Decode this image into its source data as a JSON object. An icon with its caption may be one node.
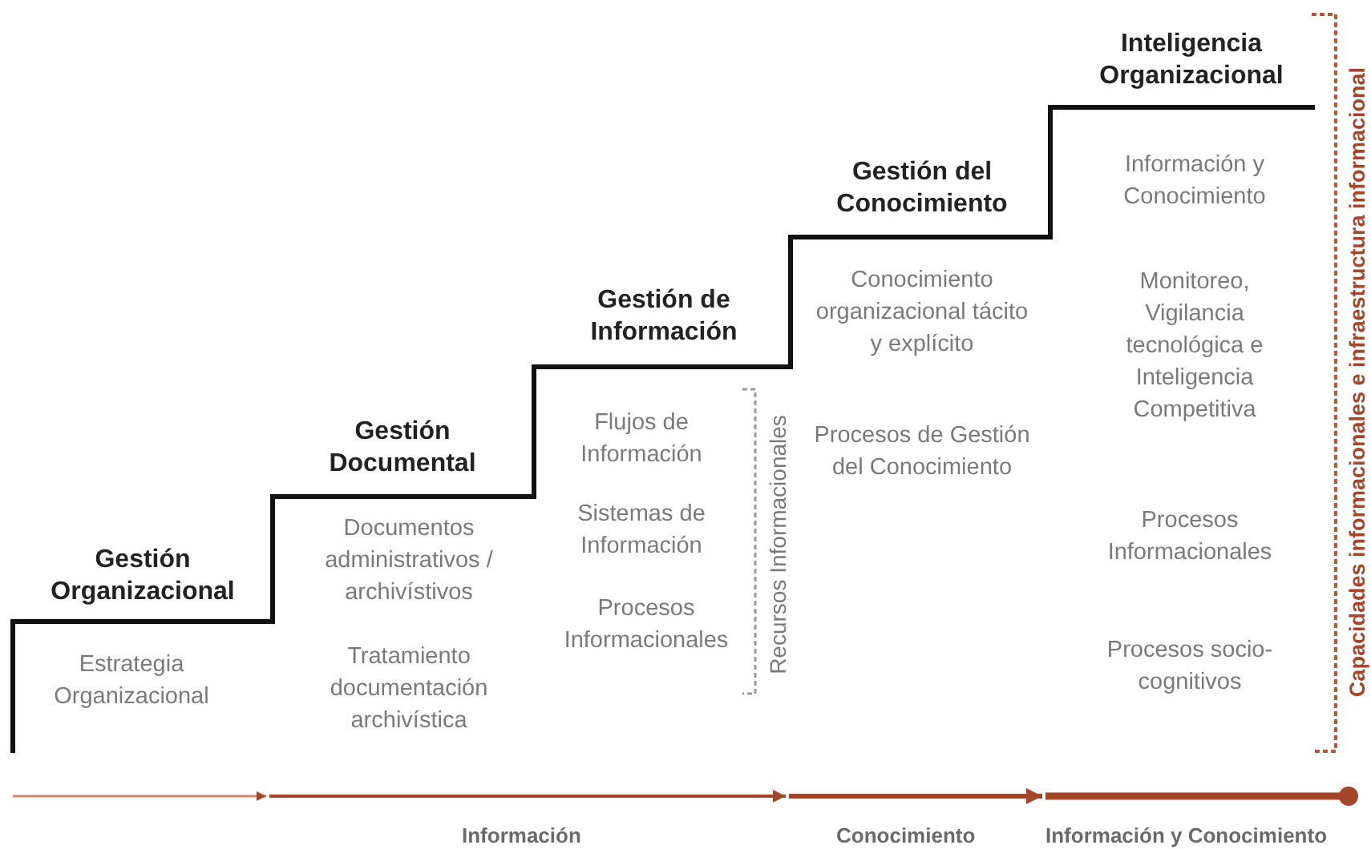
{
  "diagram": {
    "labels": [
      "Gestión Organizacional",
      "Estrategia Organizacional",
      "Gestión Documental",
      "Documentos administrativos / archivístivos",
      "Tratamiento documentación archivística",
      "Gestión de Información",
      "Flujos de Información",
      "Sistemas de Información",
      "Procesos Informacionales",
      "Gestión del Conocimiento",
      "Conocimiento organizacional tácito y explícito",
      "Procesos de Gestión del Conocimiento",
      "Inteligencia Organizacional",
      "Información y Conocimiento",
      "Monitoreo, Vigilancia tecnológica e Inteligencia Competitiva",
      "Procesos Informacionales",
      "Procesos socio-cognitivos",
      "Recursos Informacionales",
      "Capacidades informacionales e infraestructura informacional",
      "Información",
      "Conocimiento",
      "Información y Conocimiento"
    ]
  }
}
